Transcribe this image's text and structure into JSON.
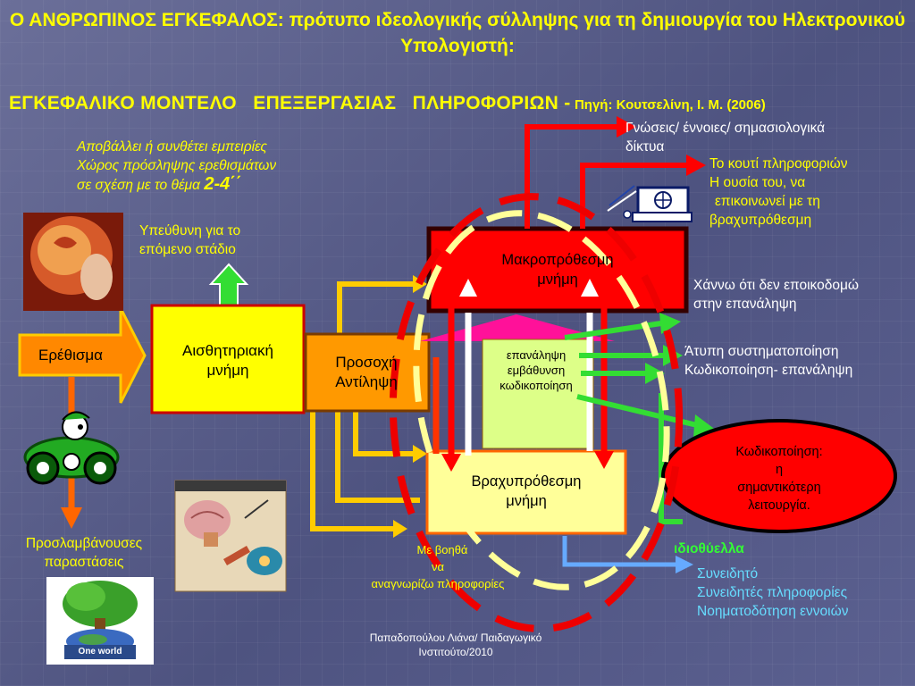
{
  "title": "Ο ΑΝΘΡΩΠΙΝΟΣ ΕΓΚΕΦΑΛΟΣ: πρότυπο ιδεολογικής σύλληψης για τη δημιουργία του Ηλεκτρονικού Υπολογιστή:",
  "subtitle": {
    "main": "ΕΓΚΕΦΑΛΙΚΟ ΜΟΝΤΕΛΟ   ΕΠΕΞΕΡΓΑΣΙΑΣ   ΠΛΗΡΟΦΟΡΙΩΝ -",
    "source": "Πηγή: Κουτσελίνη, Ι. Μ. (2006)"
  },
  "sensory_notes": {
    "line1": "Αποβάλλει ή συνθέτει εμπειρίες",
    "line2": "Χώρος πρόσληψης ερεθισμάτων",
    "line3": "σε σχέση με το θέμα",
    "duration": "2-4΄΄"
  },
  "responsible_note": {
    "line1": "Υπεύθυνη για το",
    "line2": "επόμενο στάδιο"
  },
  "boxes": {
    "stimulus": "Ερέθισμα",
    "sensory_1": "Αισθητηριακή",
    "sensory_2": "μνήμη",
    "attention_1": "Προσοχή",
    "attention_2": "Αντίληψη",
    "long_term_1": "Μακροπρόθεσμη",
    "long_term_2": "μνήμη",
    "short_term_1": "Βραχυπρόθεσμη",
    "short_term_2": "μνήμη",
    "process_1": "επανάληψη",
    "process_2": "εμβάθυνση",
    "process_3": "κωδικοποίηση"
  },
  "right_notes": {
    "knowledge_1": "Γνώσεις/ έννοιες/ σημασιολογικά",
    "knowledge_2": "δίκτυα",
    "infobox_1": "Το κουτί πληροφοριών",
    "infobox_2": "Η ουσία του, να",
    "infobox_3": "επικοινωνεί με τη",
    "infobox_4": "βραχυπρόθεσμη",
    "lose_1": "Χάννω ότι δεν εποικοδομώ",
    "lose_2": "στην επανάληψη",
    "atypical_1": "Άτυπη συστηματοποίηση",
    "atypical_2": "Κωδικοποίηση- επανάληψη"
  },
  "encoding_ellipse": {
    "line1": "Κωδικοποίηση:",
    "line2": "η",
    "line3": "σημαντικότερη",
    "line4": "λειτουργία."
  },
  "perceived_label": {
    "line1": "Προσλαμβάνουσες",
    "line2": "παραστάσεις"
  },
  "with_help": {
    "line1": "Με βοηθά",
    "line2": "να",
    "line3": "αναγνωρίζω πληροφορίες"
  },
  "idiothyella": "ιδιοθύελλα",
  "conscious": {
    "line1": "Συνειδητό",
    "line2": "Συνειδητές πληροφορίες",
    "line3": "Νοηματοδότηση εννοιών"
  },
  "tree_caption": "One world",
  "footer": {
    "line1": "Παπαδοπούλου  Λιάνα/ Παιδαγωγικό",
    "line2": "Ινστιτούτο/2010"
  }
}
